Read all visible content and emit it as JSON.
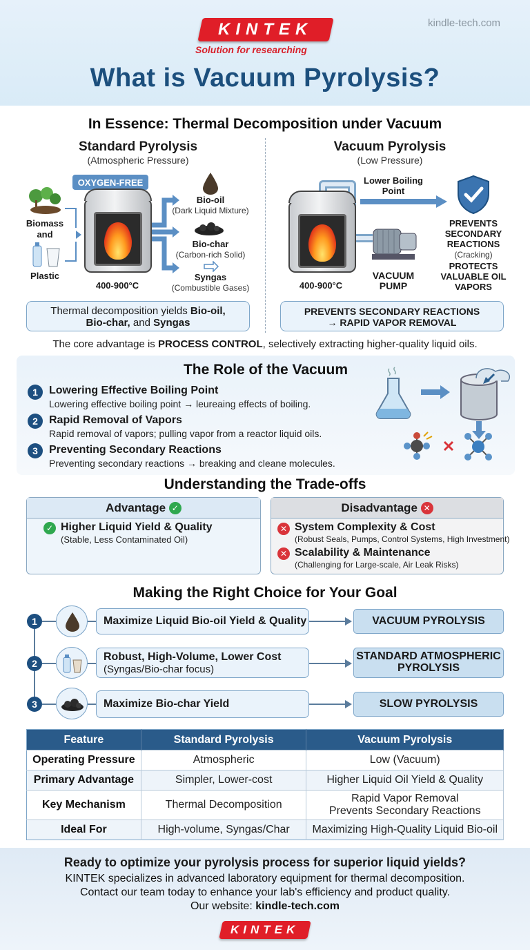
{
  "header": {
    "logo": "KINTEK",
    "tagline": "Solution for researching",
    "website": "kindle-tech.com",
    "title": "What is Vacuum Pyrolysis?"
  },
  "essence": {
    "title": "In Essence: Thermal Decomposition under Vacuum",
    "standard": {
      "title": "Standard Pyrolysis",
      "subtitle": "(Atmospheric Pressure)",
      "oxygen_tag": "OXYGEN-FREE",
      "input_biomass": "Biomass and",
      "input_plastic": "Plastic",
      "temp": "400-900°C",
      "outputs": [
        {
          "name": "Bio-oil",
          "desc": "(Dark Liquid Mixture)"
        },
        {
          "name": "Bio-char",
          "desc": "(Carbon-rich Solid)"
        },
        {
          "name": "Syngas",
          "desc": "(Combustible Gases)"
        }
      ],
      "summary_pre": "Thermal decomposition yields ",
      "summary_b1": "Bio-oil,",
      "summary_b2": "Bio-char,",
      "summary_mid": " and ",
      "summary_b3": "Syngas"
    },
    "vacuum": {
      "title": "Vacuum Pyrolysis",
      "subtitle": "(Low Pressure)",
      "lower_bp": "Lower Boiling Point",
      "temp": "400-900°C",
      "pump": "VACUUM PUMP",
      "prevents": "PREVENTS SECONDARY REACTIONS",
      "cracking": "(Cracking)",
      "protects": "PROTECTS VALUABLE OIL VAPORS",
      "summary_l1": "PREVENTS SECONDARY REACTIONS",
      "summary_l2": "→ RAPID VAPOR REMOVAL"
    },
    "core_pre": "The core advantage is ",
    "core_bold": "PROCESS CONTROL",
    "core_post": ", selectively extracting higher-quality liquid oils."
  },
  "role": {
    "title": "The Role of the Vacuum",
    "items": [
      {
        "n": "1",
        "title": "Lowering Effective Boiling Point",
        "desc": "Lowering effective boiling point → leureaing effects of boiling."
      },
      {
        "n": "2",
        "title": "Rapid Removal of Vapors",
        "desc": "Rapid removal of vapors; pulling vapor from a reactor liquid oils."
      },
      {
        "n": "3",
        "title": "Preventing Secondary Reactions",
        "desc": "Preventing secondary reactions → breaking and cleane molecules."
      }
    ]
  },
  "tradeoffs": {
    "title": "Understanding the Trade-offs",
    "advantage": {
      "header": "Advantage",
      "items": [
        {
          "title": "Higher Liquid Yield & Quality",
          "desc": "(Stable, Less Contaminated Oil)"
        }
      ]
    },
    "disadvantage": {
      "header": "Disadvantage",
      "items": [
        {
          "title": "System Complexity & Cost",
          "desc": "(Robust Seals, Pumps, Control Systems, High Investment)"
        },
        {
          "title": "Scalability & Maintenance",
          "desc": "(Challenging for Large-scale, Air Leak Risks)"
        }
      ]
    }
  },
  "choice": {
    "title": "Making the Right Choice for Your Goal",
    "rows": [
      {
        "n": "1",
        "goal": "Maximize Liquid Bio-oil Yield & Quality",
        "goal_sub": "",
        "result": "VACUUM PYROLYSIS"
      },
      {
        "n": "2",
        "goal": "Robust, High-Volume, Lower Cost",
        "goal_sub": "(Syngas/Bio-char focus)",
        "result": "STANDARD ATMOSPHERIC PYROLYSIS"
      },
      {
        "n": "3",
        "goal": "Maximize Bio-char Yield",
        "goal_sub": "",
        "result": "SLOW PYROLYSIS"
      }
    ]
  },
  "table": {
    "headers": [
      "Feature",
      "Standard Pyrolysis",
      "Vacuum Pyrolysis"
    ],
    "rows": [
      {
        "feature": "Operating Pressure",
        "standard": "Atmospheric",
        "vacuum": "Low (Vacuum)",
        "vacuum2": ""
      },
      {
        "feature": "Primary Advantage",
        "standard": "Simpler, Lower-cost",
        "vacuum": "Higher Liquid Oil Yield & Quality",
        "vacuum2": ""
      },
      {
        "feature": "Key Mechanism",
        "standard": "Thermal Decomposition",
        "vacuum": "Rapid Vapor Removal",
        "vacuum2": "Prevents Secondary Reactions"
      },
      {
        "feature": "Ideal For",
        "standard": "High-volume, Syngas/Char",
        "vacuum": "Maximizing High-Quality Liquid Bio-oil",
        "vacuum2": ""
      }
    ]
  },
  "footer": {
    "headline": "Ready to optimize your pyrolysis process for superior liquid yields?",
    "line1": "KINTEK specializes in advanced laboratory equipment for thermal decomposition.",
    "line2": "Contact our team today to enhance your lab's efficiency and product quality.",
    "site_label": "Our website: ",
    "site": "kindle-tech.com",
    "logo": "KINTEK"
  },
  "colors": {
    "brand_red": "#e01e28",
    "title_blue": "#1c4f7d",
    "table_header": "#2a5b8a",
    "check_green": "#2fa84f",
    "cross_red": "#d9343a"
  }
}
